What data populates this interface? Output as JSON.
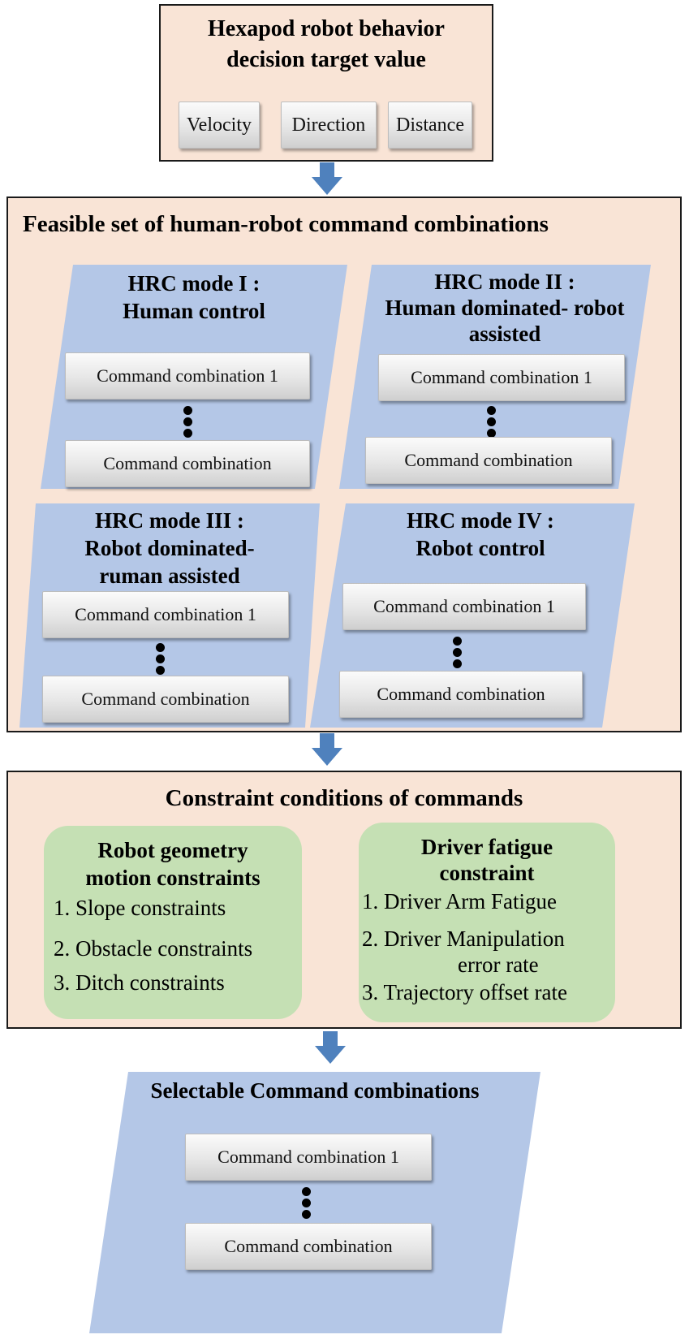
{
  "colors": {
    "panel_fill": "#f9e4d6",
    "mode_fill": "#b4c7e7",
    "constraint_fill": "#c5e0b4",
    "arrow": "#4f81bd"
  },
  "target": {
    "title": "Hexapod robot behavior decision target value",
    "buttons": [
      "Velocity",
      "Direction",
      "Distance"
    ]
  },
  "feasible": {
    "title": "Feasible set of human-robot command combinations",
    "modes": [
      {
        "title_line1": "HRC mode I :",
        "title_line2": "Human control",
        "title_line3": "",
        "first": "Command combination 1",
        "last": "Command combination"
      },
      {
        "title_line1": "HRC mode II :",
        "title_line2": "Human dominated- robot",
        "title_line3": "assisted",
        "first": "Command combination 1",
        "last": "Command combination"
      },
      {
        "title_line1": "HRC mode III :",
        "title_line2": "Robot dominated-",
        "title_line3": "ruman assisted",
        "first": "Command combination 1",
        "last": "Command combination"
      },
      {
        "title_line1": "HRC mode IV :",
        "title_line2": "Robot control",
        "title_line3": "",
        "first": "Command combination 1",
        "last": "Command combination"
      }
    ]
  },
  "constraints": {
    "title": "Constraint conditions of commands",
    "geometry": {
      "title_line1": "Robot geometry",
      "title_line2": "motion constraints",
      "items": [
        "1. Slope constraints",
        "2. Obstacle constraints",
        "3. Ditch constraints"
      ]
    },
    "fatigue": {
      "title_line1": "Driver fatigue",
      "title_line2": "constraint",
      "items": [
        "1. Driver Arm Fatigue",
        "2. Driver Manipulation",
        "error rate",
        "3. Trajectory offset rate"
      ]
    }
  },
  "selectable": {
    "title": "Selectable Command combinations",
    "first": "Command combination 1",
    "last": "Command combination"
  }
}
